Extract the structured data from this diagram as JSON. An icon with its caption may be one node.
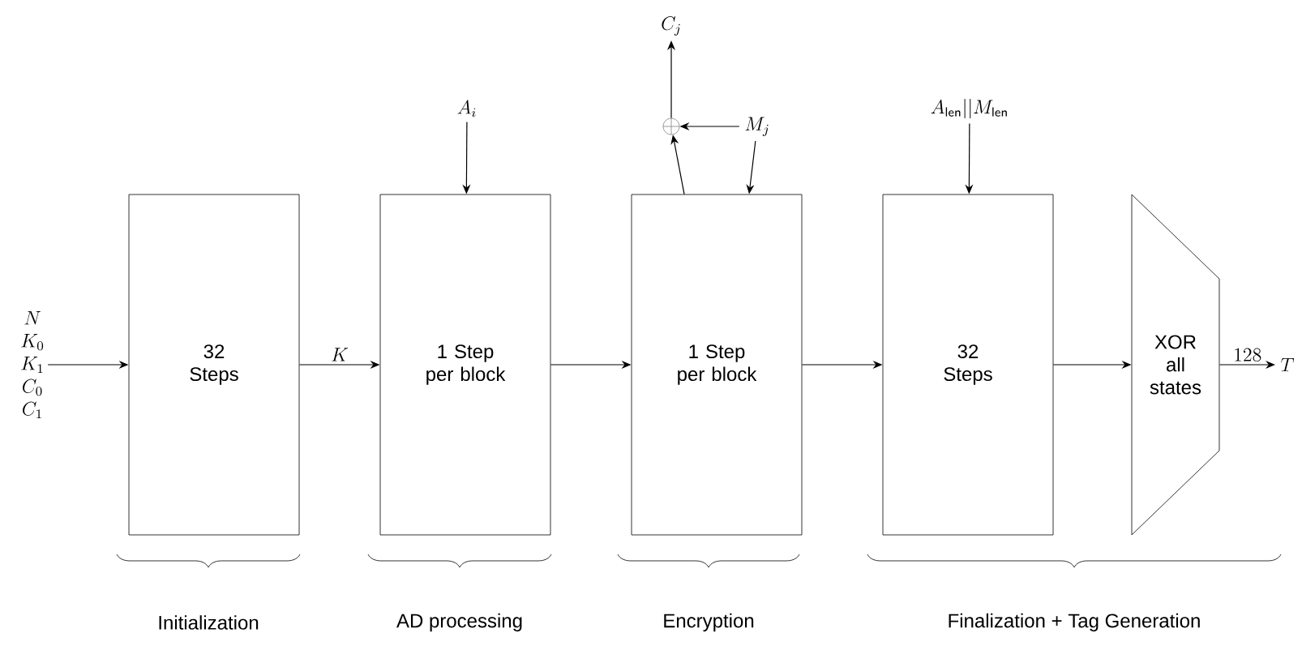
{
  "diagram": {
    "nodes": [
      {
        "text": [
          "N",
          "K_0",
          "K_1",
          "C_0",
          "C_1"
        ]
      },
      {
        "text": [
          "32 Steps"
        ]
      },
      {
        "text": [
          "1 Step per block"
        ]
      },
      {
        "text": [
          "1 Step per block"
        ]
      },
      {
        "text": [
          "32 Steps"
        ]
      },
      {
        "text": [
          "XOR all states"
        ]
      },
      {
        "text": [
          "T"
        ]
      },
      {
        "text": [
          "A_i"
        ]
      },
      {
        "text": [],
        "shape": "circle"
      },
      {
        "text": [
          "C_j"
        ]
      },
      {
        "text": [
          "M_j"
        ]
      },
      {
        "text": [
          "A_{\\mathsf{len}}||M_{\\mathsf{len}}"
        ]
      }
    ],
    "edges": [
      {
        "from": 0,
        "to": 1,
        "arrow": "to"
      },
      {
        "from": 1,
        "to": 2,
        "arrow": "to",
        "label": "K"
      },
      {
        "from": 2,
        "to": 3,
        "arrow": "to"
      },
      {
        "from": 3,
        "to": 4,
        "arrow": "to"
      },
      {
        "from": 4,
        "to": 5,
        "arrow": "to"
      },
      {
        "from": 5,
        "to": 6,
        "arrow": "to",
        "label": "128"
      },
      {
        "from": 7,
        "to": 2,
        "arrow": "to"
      },
      {
        "from": 3,
        "to": 8,
        "arrow": "to"
      },
      {
        "from": 10,
        "to": 8,
        "arrow": "to"
      },
      {
        "from": 10,
        "to": 3,
        "arrow": "to"
      },
      {
        "from": 8,
        "to": 9,
        "arrow": "to"
      },
      {
        "from": 11,
        "to": 4,
        "arrow": "to"
      }
    ],
    "labels": [
      "Initialization",
      "AD processing",
      "Encryption",
      "Finalization + Tag Generation"
    ]
  }
}
